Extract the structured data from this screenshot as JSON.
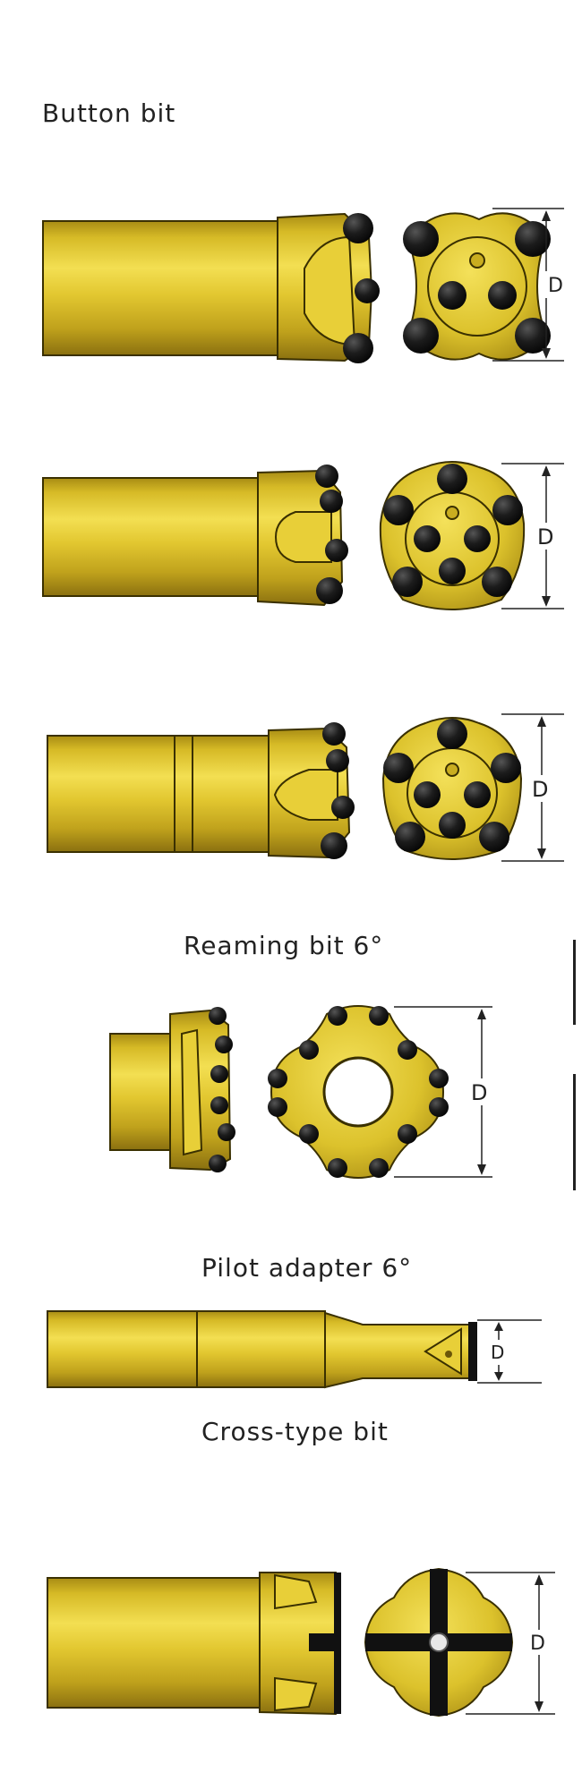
{
  "sections": {
    "button_bit": {
      "title": "Button bit"
    },
    "reaming_bit": {
      "title": "Reaming bit 6°"
    },
    "pilot_adapter": {
      "title": "Pilot adapter 6°"
    },
    "cross_type_bit": {
      "title": "Cross-type bit"
    }
  },
  "dimension_label": "D",
  "colors": {
    "body": "#e6cc2a",
    "body_highlight": "#f2dc4c",
    "body_shadow": "#9c8010",
    "button_carbide": "#1a1a1a",
    "outline": "#3a3000",
    "background": "#ffffff"
  }
}
